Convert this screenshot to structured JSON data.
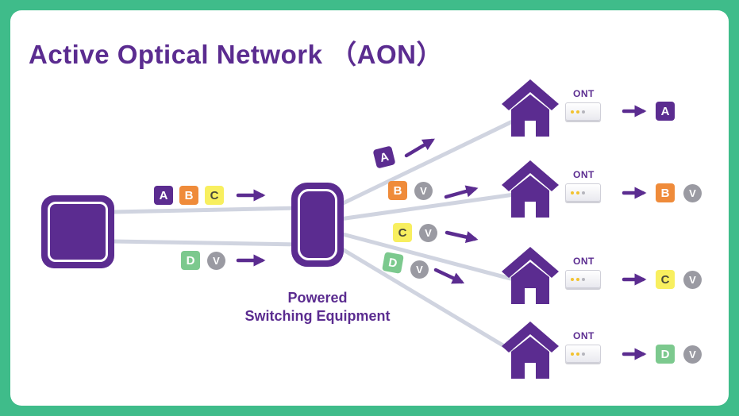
{
  "title": "Active Optical Network （AON）",
  "colors": {
    "frame": "#3FBC8A",
    "purple": "#5B2C90",
    "orange": "#EF8B3A",
    "yellow": "#F8EF5F",
    "yellow_text": "#4A4A3A",
    "green": "#7CC98E",
    "gray": "#9A9AA2",
    "wire": "#D0D4E0"
  },
  "switch_label": {
    "line1": "Powered",
    "line2": "Switching Equipment"
  },
  "badges": {
    "input_top": [
      "A",
      "B",
      "C"
    ],
    "input_bottom": [
      "D",
      "V"
    ],
    "dist": [
      [
        "A"
      ],
      [
        "B",
        "V"
      ],
      [
        "C",
        "V"
      ],
      [
        "D",
        "V"
      ]
    ],
    "outputs": [
      [
        "A"
      ],
      [
        "B",
        "V"
      ],
      [
        "C",
        "V"
      ],
      [
        "D",
        "V"
      ]
    ]
  },
  "houses": [
    {
      "ont_label": "ONT"
    },
    {
      "ont_label": "ONT"
    },
    {
      "ont_label": "ONT"
    },
    {
      "ont_label": "ONT"
    }
  ]
}
